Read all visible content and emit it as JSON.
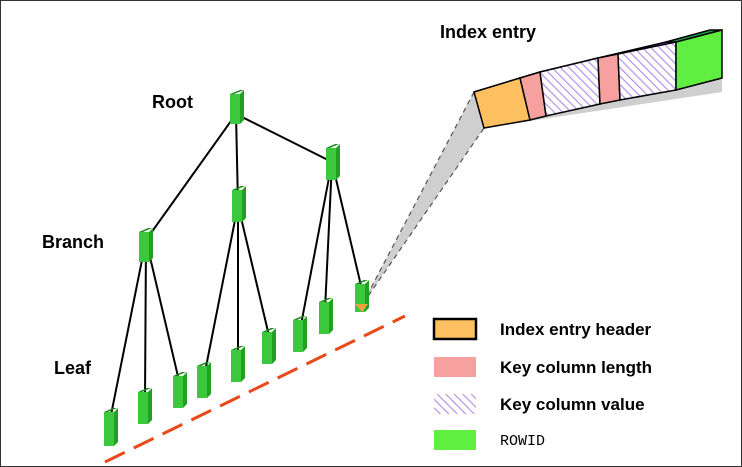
{
  "diagram": {
    "title": "Index entry",
    "levels": {
      "root": "Root",
      "branch": "Branch",
      "leaf": "Leaf"
    },
    "legend": [
      {
        "label": "Index entry header",
        "color": "#fdc060",
        "pattern": "solid"
      },
      {
        "label": "Key column length",
        "color": "#f6a0a0",
        "pattern": "solid"
      },
      {
        "label": "Key column value",
        "color": "#a070e0",
        "pattern": "hatched"
      },
      {
        "label": "ROWID",
        "color": "#60ee40",
        "pattern": "solid"
      }
    ],
    "colors": {
      "node": "#3cc83c",
      "node_dark": "#1e8a1e",
      "leaf_line": "#e84a1a",
      "zoom_fill": "#cfcfcf",
      "entry_purple_dark": "#8a2be2",
      "entry_red_dark": "#e0205a"
    }
  }
}
